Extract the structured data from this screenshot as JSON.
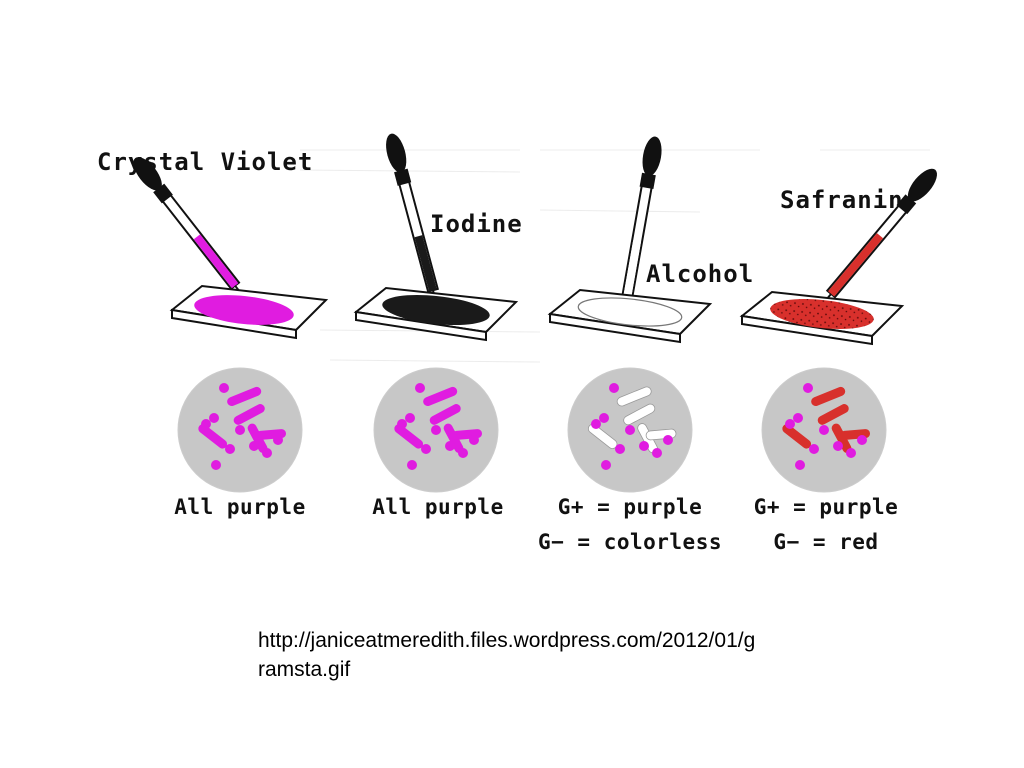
{
  "diagram": {
    "steps": [
      {
        "reagent": "Crystal Violet",
        "result_lines": [
          "All purple"
        ],
        "slide_color": "#e01ce0",
        "tube_color": "#e01ce0",
        "rod_color": "#e01ce0",
        "coccus_color": "#e01ce0"
      },
      {
        "reagent": "Iodine",
        "result_lines": [
          "All purple"
        ],
        "slide_color": "#1a1a1a",
        "tube_color": "#1a1a1a",
        "rod_color": "#e01ce0",
        "coccus_color": "#e01ce0"
      },
      {
        "reagent": "Alcohol",
        "result_lines": [
          "G+ = purple",
          "G− = colorless"
        ],
        "slide_color": "#ffffff",
        "tube_color": "#ffffff",
        "rod_color": "#ffffff",
        "coccus_color": "#e01ce0"
      },
      {
        "reagent": "Safranin",
        "result_lines": [
          "G+ = purple",
          "G− = red"
        ],
        "slide_color": "#d8302c",
        "tube_color": "#d8302c",
        "rod_color": "#d8302c",
        "coccus_color": "#e01ce0"
      }
    ]
  },
  "source_url": "http://janiceatmeredith.files.wordpress.com/2012/01/gramsta.gif"
}
